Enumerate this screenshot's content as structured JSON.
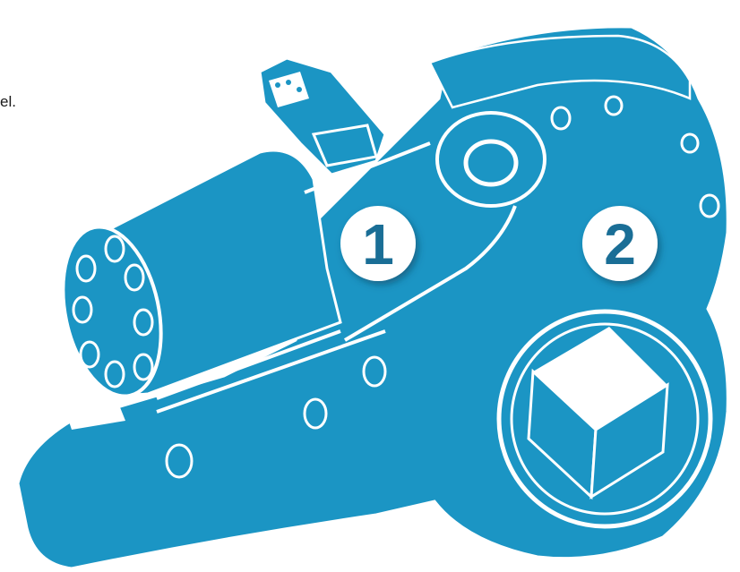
{
  "text_fragment": "el.",
  "callouts": [
    {
      "label": "1"
    },
    {
      "label": "2"
    }
  ],
  "colors": {
    "tool_blue": "#1b95c4",
    "outline": "#ffffff",
    "badge_fill": "#ffffff",
    "badge_text": "#1a6e96"
  }
}
